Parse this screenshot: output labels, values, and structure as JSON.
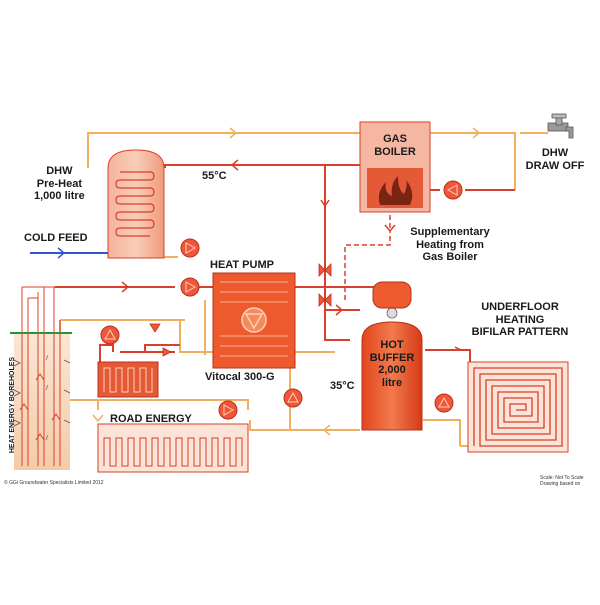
{
  "dhw_preheat": {
    "line1": "DHW",
    "line2": "Pre-Heat",
    "line3": "1,000 litre"
  },
  "cold_feed": "COLD FEED",
  "gas_boiler": {
    "line1": "GAS",
    "line2": "BOILER"
  },
  "dhw_draw_off": {
    "line1": "DHW",
    "line2": "DRAW OFF"
  },
  "temp_55": "55°C",
  "temp_35": "35°C",
  "supplementary": {
    "line1": "Supplementary",
    "line2": "Heating from",
    "line3": "Gas Boiler"
  },
  "heat_pump": {
    "title": "HEAT PUMP",
    "model": "Vitocal 300-G"
  },
  "hot_buffer": {
    "line1": "HOT",
    "line2": "BUFFER",
    "line3": "2,000",
    "line4": "litre"
  },
  "underfloor": {
    "line1": "UNDERFLOOR",
    "line2": "HEATING",
    "line3": "BIFILAR PATTERN"
  },
  "road_energy": "ROAD ENERGY",
  "boreholes": "HEAT ENERGY BOREHOLES",
  "copyright": "© GGi Groundwater Specialists Limited 2012",
  "scale_note": {
    "line1": "Scale: Not To Scale",
    "line2": "Drawing based on"
  },
  "colors": {
    "pipe_red": "#d9402b",
    "pipe_orange": "#f0b060",
    "tank_fill": "#f5a58a",
    "hot_fill": "#ec5a2e",
    "pump_fill": "#f0563a",
    "ground_fill": "#f8dcc4"
  }
}
